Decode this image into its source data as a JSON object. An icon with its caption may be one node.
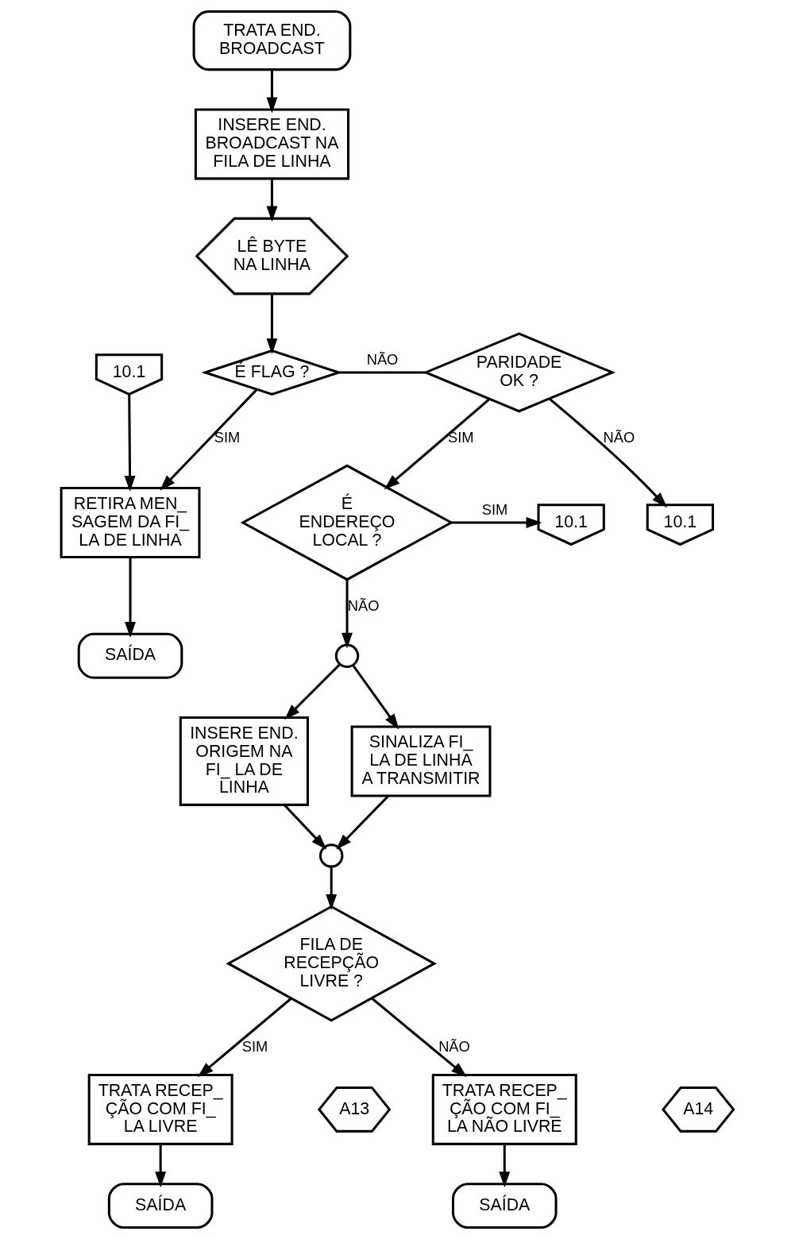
{
  "diagram": {
    "nodes": [
      {
        "text": [
          "TRATA END. BROADCAST"
        ]
      },
      {
        "text": [
          "INSERE END. BROADCAST NA FILA DE LINHA"
        ]
      },
      {
        "text": [
          "LÊ BYTE NA LINHA"
        ]
      },
      {
        "text": [
          "É FLAG ?"
        ]
      },
      {
        "text": [
          "10.1"
        ]
      },
      {
        "text": [
          "RETIRA MEN_ SAGEM DA FI_ LA DE LINHA"
        ]
      },
      {
        "text": [
          "SAÍDA"
        ]
      },
      {
        "text": [
          "PARIDADE OK ?"
        ]
      },
      {
        "text": [
          "10.1"
        ]
      },
      {
        "text": [
          "É ENDEREÇO LOCAL ?"
        ]
      },
      {
        "text": [
          "10.1"
        ]
      },
      {
        "text": [],
        "shape": "circle"
      },
      {
        "text": [
          "INSERE END. ORIGEM NA FI_ LA DE LINHA"
        ]
      },
      {
        "text": [
          "SINALIZA FI_ LA DE LINHA A TRANSMITIR"
        ]
      },
      {
        "text": [],
        "shape": "circle"
      },
      {
        "text": [
          "FILA DE RECEPÇÃO LIVRE ?"
        ]
      },
      {
        "text": [
          "TRATA RECEP_ ÇÃO COM FI_ LA LIVRE"
        ]
      },
      {
        "text": [
          "A13"
        ]
      },
      {
        "text": [
          "TRATA RECEP_ ÇÃO COM FI_ LA NÃO LIVRE"
        ]
      },
      {
        "text": [
          "A14"
        ]
      },
      {
        "text": [
          "SAÍDA"
        ]
      },
      {
        "text": [
          "SAÍDA"
        ]
      }
    ],
    "edges": [
      {
        "from": 0,
        "to": 1,
        "arrow": "to"
      },
      {
        "from": 1,
        "to": 2,
        "arrow": "to"
      },
      {
        "from": 2,
        "to": 3,
        "arrow": "to"
      },
      {
        "from": 3,
        "to": 5,
        "arrow": "to",
        "label": "SIM"
      },
      {
        "from": 4,
        "to": 5,
        "arrow": "to"
      },
      {
        "from": 5,
        "to": 6,
        "arrow": "to"
      },
      {
        "from": 3,
        "to": 7,
        "arrow": "none",
        "label": "NÃO"
      },
      {
        "from": 7,
        "to": 8,
        "arrow": "to",
        "label": "NÃO"
      },
      {
        "from": 7,
        "to": 9,
        "arrow": "to",
        "label": "SIM"
      },
      {
        "from": 9,
        "to": 10,
        "arrow": "to",
        "label": "SIM"
      },
      {
        "from": 9,
        "to": 11,
        "arrow": "to",
        "label": "NÃO"
      },
      {
        "from": 11,
        "to": 12,
        "arrow": "to"
      },
      {
        "from": 11,
        "to": 13,
        "arrow": "to"
      },
      {
        "from": 12,
        "to": 14,
        "arrow": "to"
      },
      {
        "from": 13,
        "to": 14,
        "arrow": "to"
      },
      {
        "from": 14,
        "to": 15,
        "arrow": "to"
      },
      {
        "from": 15,
        "to": 16,
        "arrow": "to",
        "label": "SIM"
      },
      {
        "from": 15,
        "to": 18,
        "arrow": "to",
        "label": "NÃO"
      },
      {
        "from": 16,
        "to": 20,
        "arrow": "to"
      },
      {
        "from": 18,
        "to": 21,
        "arrow": "to"
      }
    ]
  }
}
